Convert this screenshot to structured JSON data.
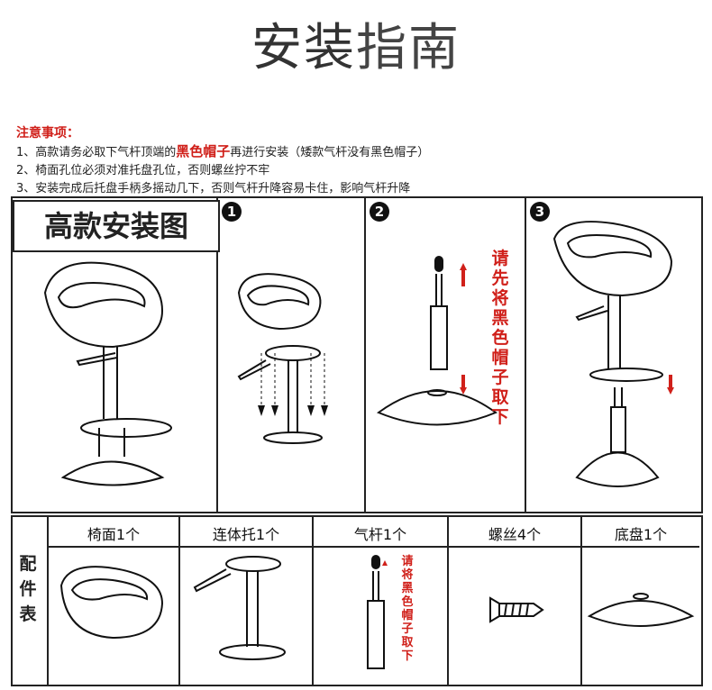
{
  "title": {
    "bold": "安装",
    "thin": "指南"
  },
  "notes": {
    "heading": "注意事项：",
    "line1_pre": "1、高款请务必取下气杆顶端的",
    "line1_red": "黑色帽子",
    "line1_post": "再进行安装（矮款气杆没有黑色帽子）",
    "line2": "2、椅面孔位必须对准托盘孔位，否则螺丝拧不牢",
    "line3": "3、安装完成后托盘手柄多摇动几下，否则气杆升降容易卡住，影响气杆升降"
  },
  "section_title": "高款安装图",
  "steps": [
    {
      "number": "1",
      "icon": "step-1-badge"
    },
    {
      "number": "2",
      "icon": "step-2-badge",
      "note": "请先将黑色帽子取下"
    },
    {
      "number": "3",
      "icon": "step-3-badge"
    }
  ],
  "parts": {
    "side_label": "配件表",
    "items": [
      {
        "label": "椅面1个",
        "icon": "seat-icon"
      },
      {
        "label": "连体托1个",
        "icon": "tray-icon"
      },
      {
        "label": "气杆1个",
        "icon": "gas-lift-icon",
        "note": "请将黑色帽子取下"
      },
      {
        "label": "螺丝4个",
        "icon": "screw-icon"
      },
      {
        "label": "底盘1个",
        "icon": "base-icon"
      }
    ]
  },
  "colors": {
    "accent": "#d0201a",
    "line": "#222222"
  }
}
